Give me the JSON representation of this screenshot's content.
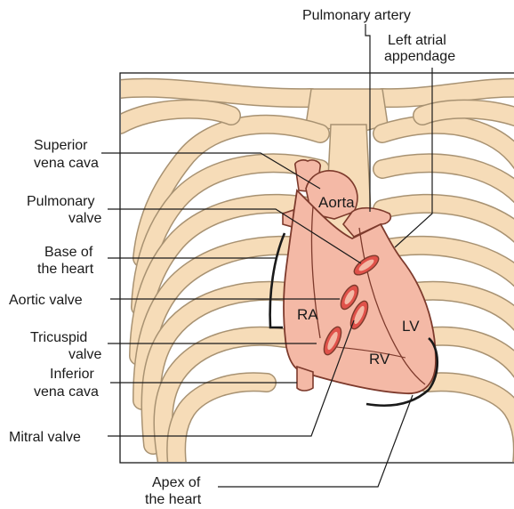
{
  "labels": {
    "pulmonary_artery": "Pulmonary artery",
    "left_atrial_appendage": [
      "Left atrial",
      "appendage"
    ],
    "superior_vena_cava": [
      "Superior",
      "vena cava"
    ],
    "pulmonary_valve": [
      "Pulmonary",
      "valve"
    ],
    "base_of_heart": [
      "Base of",
      "the heart"
    ],
    "aortic_valve": "Aortic valve",
    "tricuspid_valve": [
      "Tricuspid",
      "valve"
    ],
    "inferior_vena_cava": [
      "Inferior",
      "vena cava"
    ],
    "mitral_valve": "Mitral valve",
    "apex_of_heart": [
      "Apex of",
      "the heart"
    ]
  },
  "chambers": {
    "aorta": "Aorta",
    "ra": "RA",
    "rv": "RV",
    "lv": "LV"
  },
  "colors": {
    "heart_fill": "#f4b9a6",
    "heart_outline": "#7d3a2c",
    "valve_fill": "#e0524a",
    "rib_fill": "#f6dcb8",
    "rib_outline": "#a89272"
  }
}
